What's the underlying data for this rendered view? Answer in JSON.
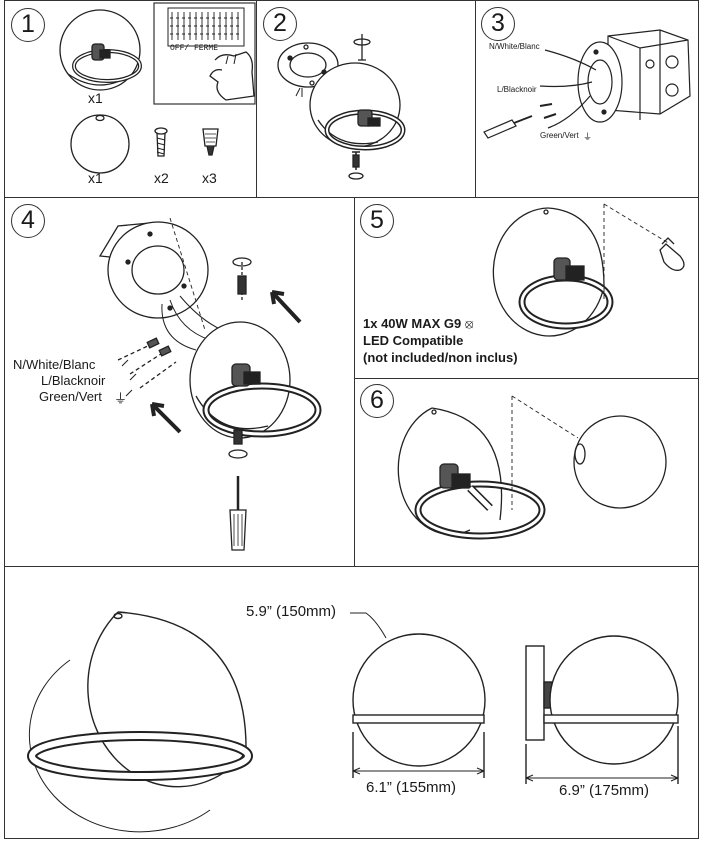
{
  "steps": {
    "s1": "1",
    "s2": "2",
    "s3": "3",
    "s4": "4",
    "s5": "5",
    "s6": "6"
  },
  "step1": {
    "qty_fixture": "x1",
    "qty_globe": "x1",
    "qty_screw": "x2",
    "qty_connector": "x3",
    "breaker_label": "OFF/ FERME"
  },
  "step3": {
    "neutral": "N/White/Blanc",
    "line": "L/Blacknoir",
    "ground": "Green/Vert"
  },
  "step4": {
    "neutral": "N/White/Blanc",
    "line": "L/Blacknoir",
    "ground": "Green/Vert"
  },
  "step5": {
    "line1": "1x 40W MAX G9",
    "line2": "LED Compatible",
    "line3": "(not included/non inclus)"
  },
  "dims": {
    "globe_diameter": "5.9” (150mm)",
    "width": "6.1” (155mm)",
    "depth": "6.9” (175mm)"
  }
}
